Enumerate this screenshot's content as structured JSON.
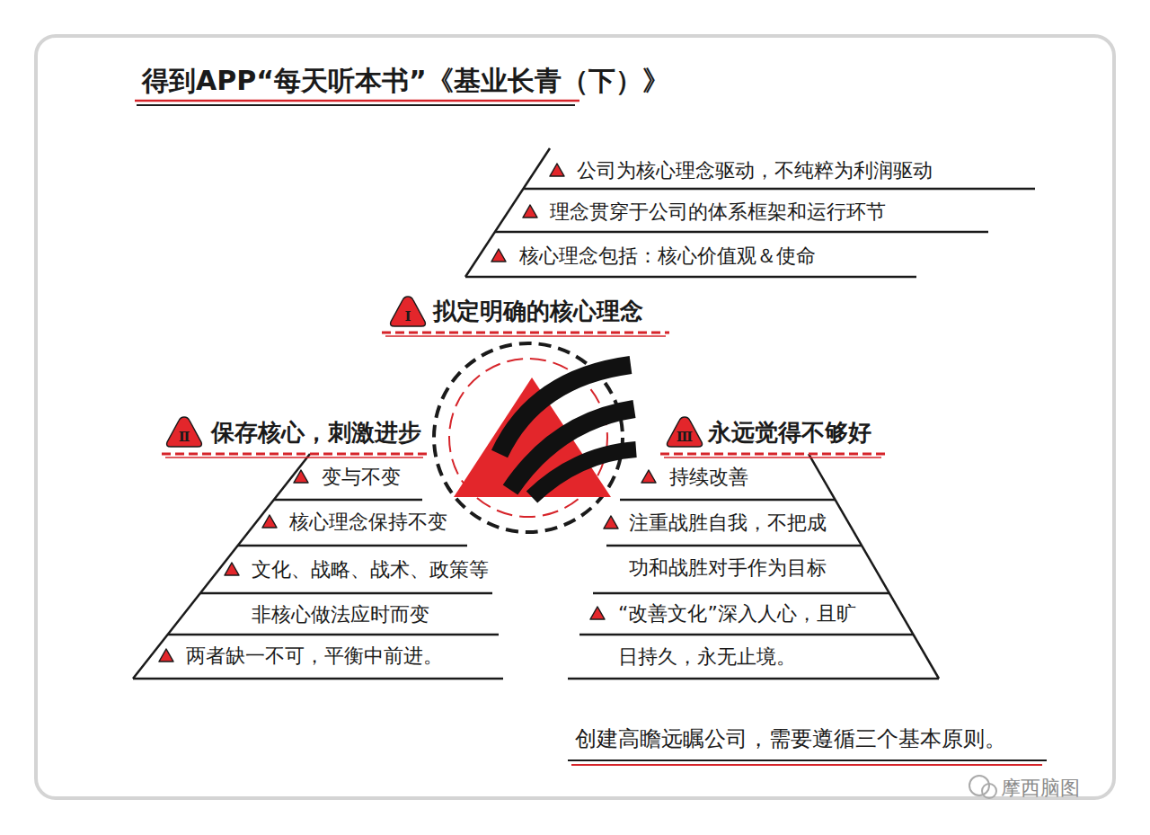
{
  "diagram": {
    "title": "得到APP“每天听本书”《基业长青（下）》",
    "caption": "创建高瞻远瞩公司，需要遵循三个基本原则。",
    "nodes": [
      {
        "text": [
          "拟定明确的核心理念"
        ]
      },
      {
        "text": [
          "Ⅰ"
        ],
        "in": 0
      },
      {
        "text": [
          "公司为核心理念驱动，不纯粹为利润驱动"
        ],
        "in": 0
      },
      {
        "text": [
          "理念贯穿于公司的体系框架和运行环节"
        ],
        "in": 0
      },
      {
        "text": [
          "核心理念包括：核心价值观＆使命"
        ],
        "in": 0
      },
      {
        "text": [
          "保存核心，刺激进步"
        ]
      },
      {
        "text": [
          "Ⅱ"
        ],
        "in": 5
      },
      {
        "text": [
          "变与不变"
        ],
        "in": 5
      },
      {
        "text": [
          "核心理念保持不变"
        ],
        "in": 5
      },
      {
        "text": [
          "文化、战略、战术、政策等 非核心做法应时而变"
        ],
        "in": 5
      },
      {
        "text": [
          "两者缺一不可，平衡中前进。"
        ],
        "in": 5
      },
      {
        "text": [
          "永远觉得不够好"
        ]
      },
      {
        "text": [
          "Ⅲ"
        ],
        "in": 11
      },
      {
        "text": [
          "持续改善"
        ],
        "in": 11
      },
      {
        "text": [
          "注重战胜自我，不把成功和战胜对手作为目标"
        ],
        "in": 11
      },
      {
        "text": [
          "“改善文化”深入人心，且旷日持久，永无止境。"
        ],
        "in": 11
      }
    ],
    "labels": [
      "摩西脑图"
    ]
  }
}
